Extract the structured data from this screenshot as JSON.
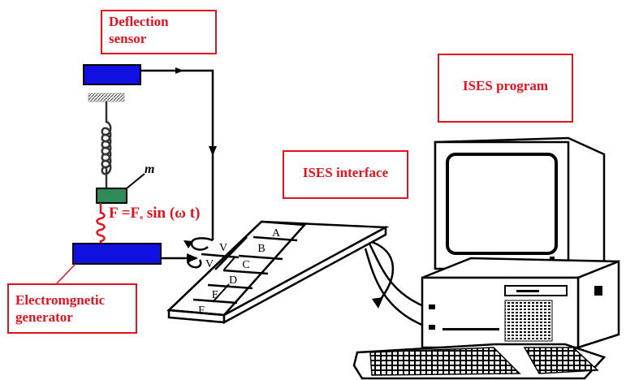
{
  "labels": {
    "deflection_sensor_line1": "Deflection",
    "deflection_sensor_line2": "sensor",
    "ises_program": "ISES program",
    "ises_interface": "ISES interface",
    "generator_line1": "Electromgnetic",
    "generator_line2": "generator",
    "mass": "m"
  },
  "formula": {
    "prefix": "F =F",
    "subscript": "o",
    "suffix": " sin (ω t)"
  },
  "interface_panel": {
    "slots_right": [
      "A",
      "B",
      "C",
      "D",
      "E",
      "F"
    ],
    "slots_left": [
      "V",
      "V"
    ]
  },
  "colors": {
    "label_red": "#e0141e",
    "sensor_blue": "#1010e0",
    "mass_green": "#2e8b57",
    "wire": "#000000"
  }
}
